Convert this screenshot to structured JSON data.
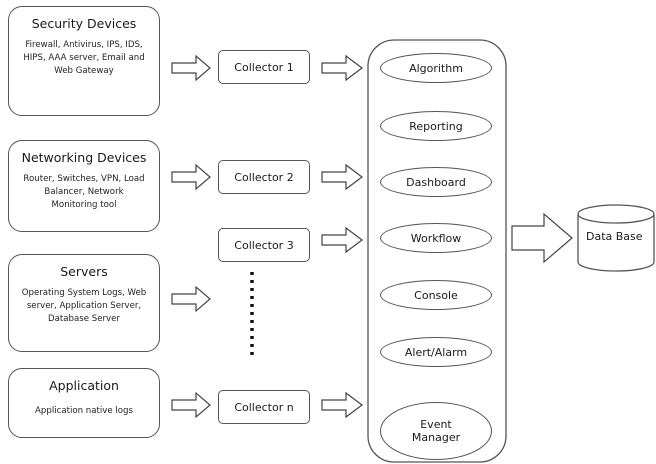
{
  "sources": [
    {
      "title": "Security Devices",
      "detail_lines": [
        "Firewall, Antivirus, IPS, IDS,",
        "HIPS, AAA server, Email and",
        "Web Gateway"
      ]
    },
    {
      "title": "Networking Devices",
      "detail_lines": [
        "Router, Switches, VPN, Load",
        "Balancer, Network",
        "Monitoring tool"
      ]
    },
    {
      "title": "Servers",
      "detail_lines": [
        "Operating System Logs, Web",
        "server, Application Server,",
        "Database Server"
      ]
    },
    {
      "title": "Application",
      "detail_lines": [
        "Application native logs"
      ]
    }
  ],
  "collectors": [
    "Collector 1",
    "Collector 2",
    "Collector 3",
    "Collector n"
  ],
  "modules": [
    "Algorithm",
    "Reporting",
    "Dashboard",
    "Workflow",
    "Console",
    "Alert/Alarm"
  ],
  "event_manager": [
    "Event",
    "Manager"
  ],
  "database": "Data Base"
}
